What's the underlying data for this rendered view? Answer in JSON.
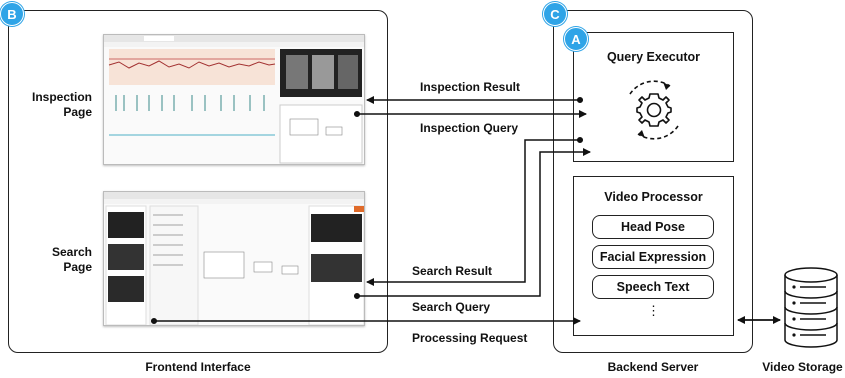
{
  "frontend": {
    "badge": "B",
    "caption": "Frontend Interface",
    "inspection_page_label": [
      "Inspection",
      "Page"
    ],
    "search_page_label": [
      "Search",
      "Page"
    ]
  },
  "backend": {
    "badge": "C",
    "caption": "Backend Server",
    "query_executor": {
      "badge": "A",
      "title": "Query Executor",
      "icon": "gear-cycle-icon"
    },
    "video_processor": {
      "title": "Video Processor",
      "items": [
        "Head Pose",
        "Facial Expression",
        "Speech Text"
      ],
      "more": "⋮"
    }
  },
  "storage": {
    "caption": "Video Storage",
    "icon": "database-icon"
  },
  "arrows": {
    "inspection_result": "Inspection Result",
    "inspection_query": "Inspection Query",
    "search_result": "Search Result",
    "search_query": "Search Query",
    "processing_request": "Processing Request"
  },
  "colors": {
    "badge": "#2fa4e7",
    "line": "#111111"
  }
}
